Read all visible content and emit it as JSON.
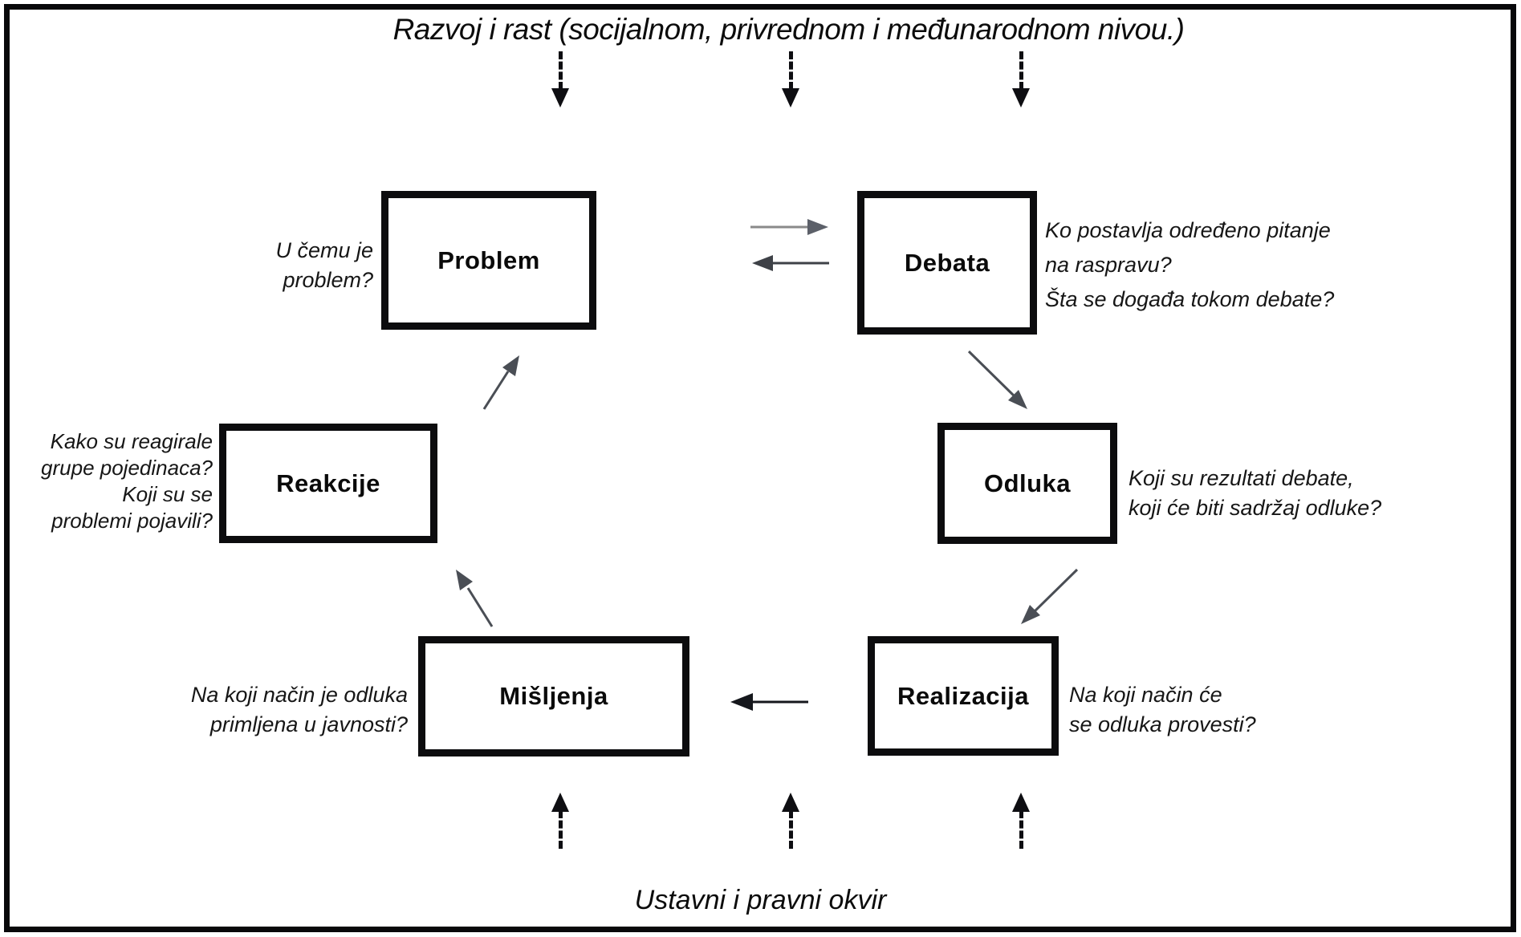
{
  "title": "Razvoj i rast (socijalnom, privrednom i međunarodnom nivou.)",
  "footer": "Ustavni i pravni okvir",
  "nodes": {
    "problem": {
      "label": "Problem",
      "question_lines": [
        "U čemu je",
        "problem?"
      ]
    },
    "debata": {
      "label": "Debata",
      "question_lines": [
        "Ko postavlja određeno pitanje",
        "na raspravu?",
        "Šta  se događa tokom debate?"
      ]
    },
    "reakcije": {
      "label": "Reakcije",
      "question_lines": [
        "Kako su reagirale",
        "grupe pojedinaca?",
        "Koji su se",
        "problemi pojavili?"
      ]
    },
    "odluka": {
      "label": "Odluka",
      "question_lines": [
        "Koji su rezultati debate,",
        "koji će biti sadržaj odluke?"
      ]
    },
    "misljenja": {
      "label": "Mišljenja",
      "question_lines": [
        "Na koji način je odluka",
        "primljena u javnosti?"
      ]
    },
    "realizacija": {
      "label": "Realizacija",
      "question_lines": [
        "Na koji način će",
        "se odluka provesti?"
      ]
    }
  },
  "connections": [
    {
      "from": "Problem",
      "to": "Debata",
      "style": "solid"
    },
    {
      "from": "Debata",
      "to": "Problem",
      "style": "solid"
    },
    {
      "from": "Debata",
      "to": "Odluka",
      "style": "solid"
    },
    {
      "from": "Odluka",
      "to": "Realizacija",
      "style": "solid"
    },
    {
      "from": "Realizacija",
      "to": "Mišljenja",
      "style": "solid"
    },
    {
      "from": "Mišljenja",
      "to": "Reakcije",
      "style": "solid"
    },
    {
      "from": "Reakcije",
      "to": "Problem",
      "style": "solid"
    },
    {
      "from": "Razvoj i rast",
      "to": "ciklus",
      "style": "dashed",
      "count": 3
    },
    {
      "from": "Ustavni i pravni okvir",
      "to": "ciklus",
      "style": "dashed",
      "count": 3
    }
  ],
  "colors": {
    "frame": "#08080a",
    "box_border": "#0c0c0e",
    "arrow_gray": "#8a8a8a",
    "arrow_dark": "#3e4147",
    "arrow_mid": "#4a4e55",
    "arrow_black": "#15171c"
  }
}
